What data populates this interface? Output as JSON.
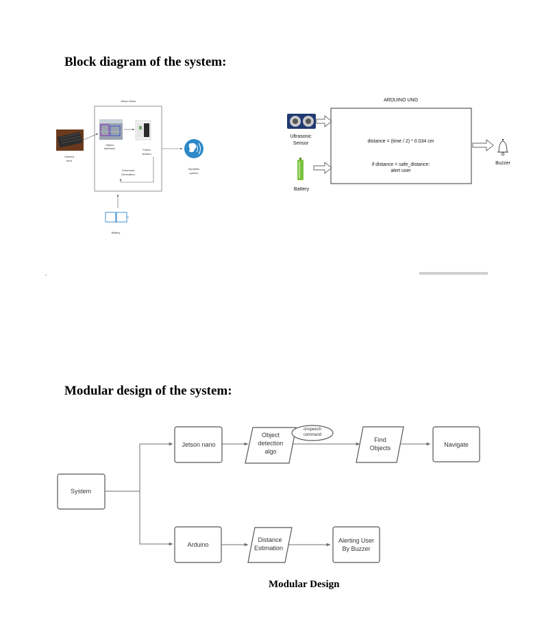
{
  "headings": {
    "block": "Block diagram of the system:",
    "modular": "Modular design of the system:"
  },
  "block_left": {
    "container_title": "Jetson Nano",
    "camera_label": [
      "Camera",
      "feed"
    ],
    "object_detection": [
      "Object",
      "detection"
    ],
    "frame_division": [
      "Frame",
      "division"
    ],
    "command_generation": [
      "Command",
      "Generation"
    ],
    "synthetic_speech": [
      "Synthetic",
      "speech"
    ],
    "battery": "Battery"
  },
  "block_right": {
    "title": "ARDUINO UNO",
    "formula": "distance = (time / 2) * 0.034 cm",
    "condition_1": "if distance < safe_distance:",
    "condition_2": "alert user",
    "ultrasonic": [
      "Ultrasonic",
      "Sensor"
    ],
    "battery": "Battery",
    "buzzer": "Buzzer"
  },
  "modular": {
    "system": "System",
    "jetson_nano": "Jetson nano",
    "object_detection": [
      "Object",
      "detection",
      "algo"
    ],
    "onspeech": [
      "onspeech",
      "command"
    ],
    "find_objects": [
      "Find",
      "Objects"
    ],
    "navigate": "Navigate",
    "arduino": "Arduino",
    "distance_estimation": [
      "Distance",
      "Estimation"
    ],
    "alerting": [
      "Alerting User",
      "By Buzzer"
    ]
  },
  "caption": "Modular Design",
  "colors": {
    "speech_blue": "#2e88c8",
    "battery_green": "#7cc242",
    "sensor_navy": "#203a73",
    "line_gray": "#6e6e6e",
    "battery_outline_blue": "#3f8fd2"
  }
}
